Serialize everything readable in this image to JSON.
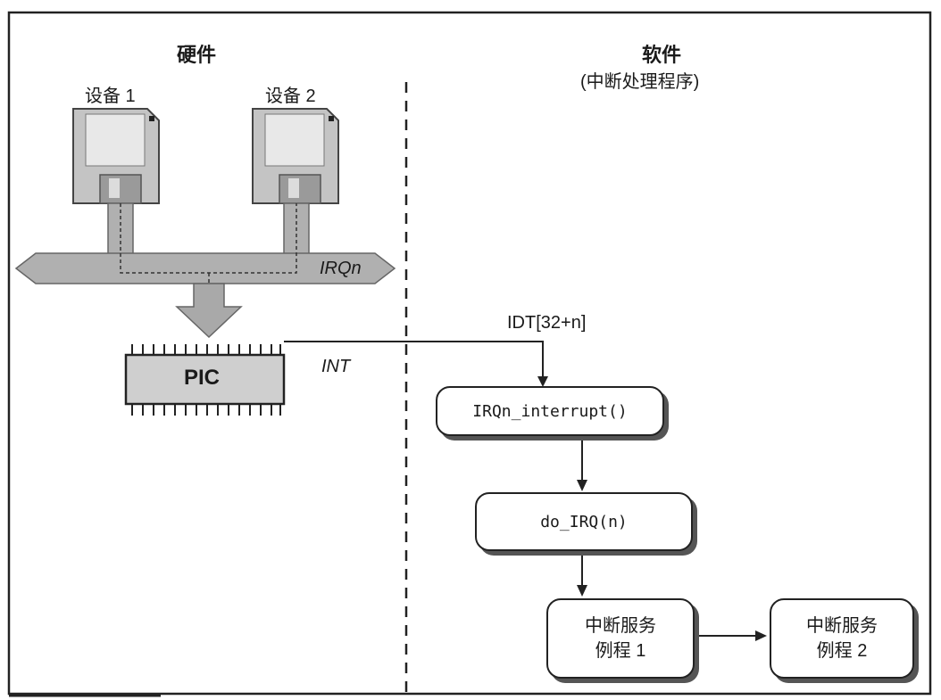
{
  "headings": {
    "hardware": "硬件",
    "software": "软件",
    "software_sub": "(中断处理程序)"
  },
  "devices": [
    {
      "label": "设备 1"
    },
    {
      "label": "设备 2"
    }
  ],
  "bus_label": "IRQn",
  "pic_label": "PIC",
  "int_label": "INT",
  "idt_label": "IDT[32+n]",
  "boxes": {
    "irq_interrupt": "IRQn_interrupt()",
    "do_irq": "do_IRQ(n)",
    "isr1_line1": "中断服务",
    "isr1_line2": "例程 1",
    "isr2_line1": "中断服务",
    "isr2_line2": "例程 2"
  },
  "colors": {
    "device_fill": "#c4c4c4",
    "bus_fill": "#b0b0b0",
    "pic_fill": "#cfcfcf",
    "line": "#222222"
  }
}
